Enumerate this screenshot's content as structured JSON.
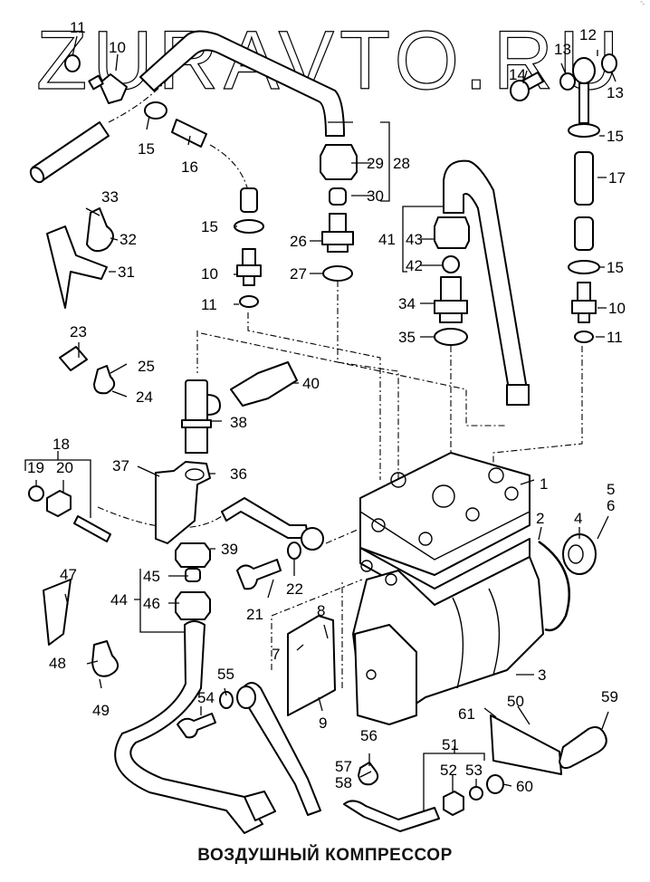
{
  "watermark": "ZURAVTO.RU",
  "corner_mark": "ˆ-",
  "caption": "ВОЗДУШНЫЙ КОМПРЕССОР",
  "callouts": {
    "c1": "1",
    "c2": "2",
    "c3": "3",
    "c4": "4",
    "c5": "5",
    "c6": "6",
    "c7": "7",
    "c8": "8",
    "c9": "9",
    "c10a": "10",
    "c10b": "10",
    "c10c": "10",
    "c11a": "11",
    "c11b": "11",
    "c11c": "11",
    "c12": "12",
    "c13a": "13",
    "c13b": "13",
    "c14": "14",
    "c15a": "15",
    "c15b": "15",
    "c15c": "15",
    "c15d": "15",
    "c16": "16",
    "c17": "17",
    "c18": "18",
    "c19": "19",
    "c20": "20",
    "c21": "21",
    "c22": "22",
    "c23": "23",
    "c24": "24",
    "c25": "25",
    "c26": "26",
    "c27": "27",
    "c28": "28",
    "c29": "29",
    "c30": "30",
    "c31": "31",
    "c32": "32",
    "c33": "33",
    "c34": "34",
    "c35": "35",
    "c36": "36",
    "c37": "37",
    "c38": "38",
    "c39": "39",
    "c40": "40",
    "c41": "41",
    "c42": "42",
    "c43": "43",
    "c44": "44",
    "c45": "45",
    "c46": "46",
    "c47": "47",
    "c48": "48",
    "c49": "49",
    "c50": "50",
    "c51": "51",
    "c52": "52",
    "c53": "53",
    "c54": "54",
    "c55": "55",
    "c56": "56",
    "c57": "57",
    "c58": "58",
    "c59": "59",
    "c60": "60",
    "c61": "61"
  }
}
